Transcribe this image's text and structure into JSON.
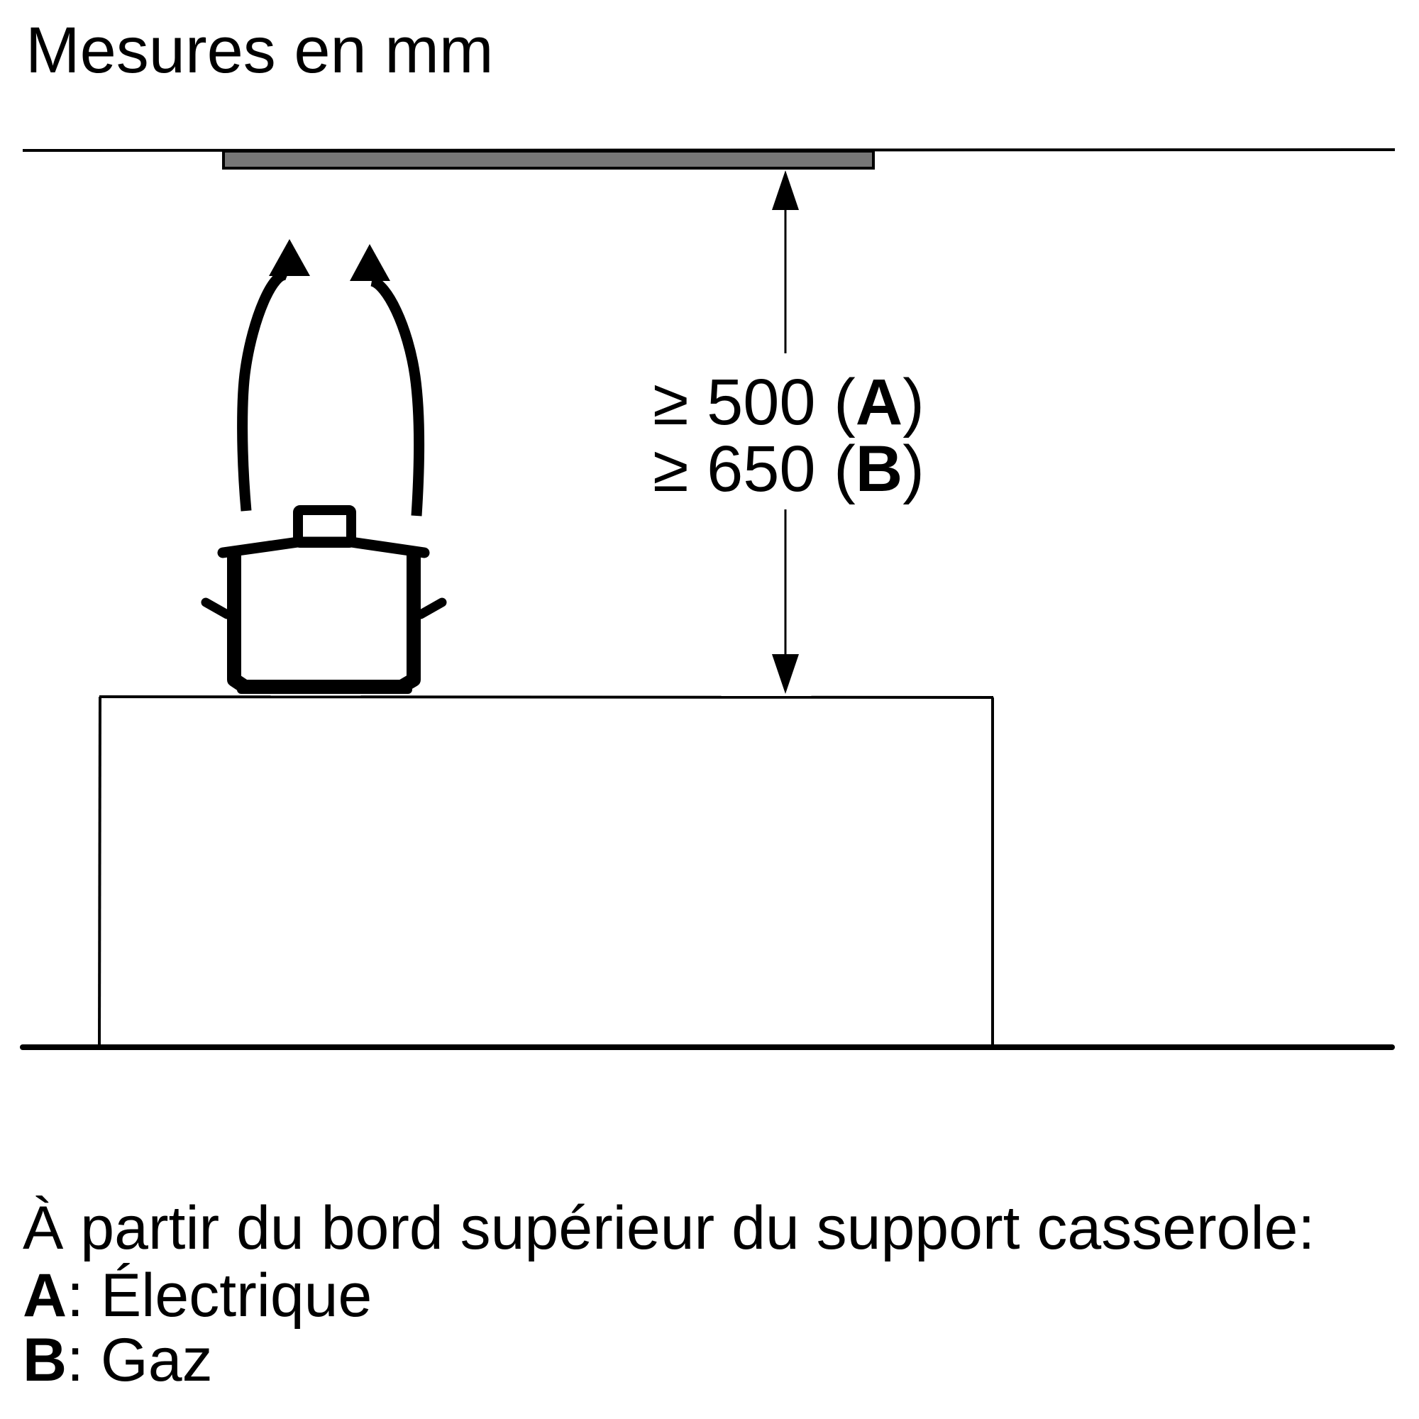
{
  "title": "Mesures en mm",
  "dimension": {
    "line_a": {
      "symbol": "≥",
      "value": "500",
      "open": " (",
      "key": "A",
      "close": ")"
    },
    "line_b": {
      "symbol": "≥",
      "value": "650",
      "open": " (",
      "key": "B",
      "close": ")"
    }
  },
  "legend": {
    "intro": "À partir du bord supérieur du support casserole:",
    "items": [
      {
        "key": "A",
        "sep": ": ",
        "label": "Électrique"
      },
      {
        "key": "B",
        "sep": ": ",
        "label": "Gaz"
      }
    ]
  },
  "colors": {
    "line": "#000000",
    "hood_fill": "#777777",
    "background": "#ffffff"
  }
}
